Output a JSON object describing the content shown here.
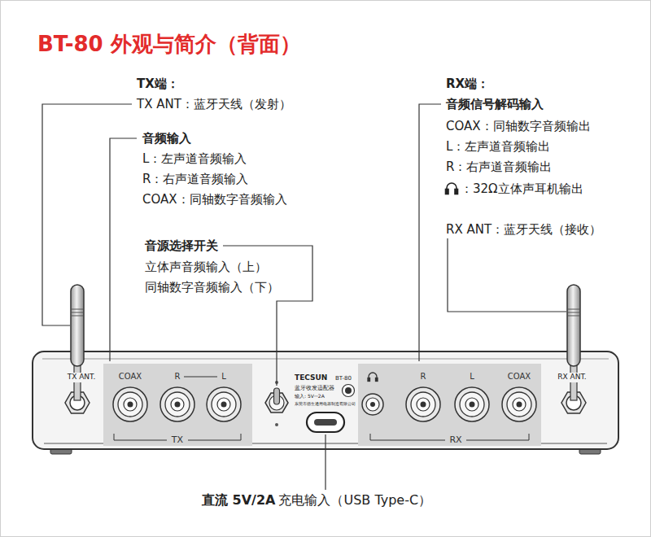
{
  "diagram": {
    "title": "BT-80 外观与简介（背面）",
    "nodes": [
      {
        "text": [
          "COAX",
          "R",
          "L",
          "TX"
        ]
      },
      {
        "text": [
          "R",
          "L",
          "COAX",
          "RX"
        ]
      }
    ],
    "labels": [
      "TX端：",
      "TX ANT：蓝牙天线（发射）",
      "音频输入",
      "L：左声道音频输入",
      "R：右声道音频输入",
      "COAX：同轴数字音频输入",
      "音源选择开关",
      "立体声音频输入（上）",
      "同轴数字音频输入（下）",
      "RX端：",
      "音频信号解码输入",
      "COAX：同轴数字音频输出",
      "L：左声道音频输出",
      "R：右声道音频输出",
      "：32Ω立体声耳机输出",
      "RX ANT：蓝牙天线（接收）",
      "直流 5V/2A",
      "充电输入（USB Type-C）",
      "TX ANT.",
      "RX ANT.",
      "TECSUN",
      "BT-80",
      "蓝牙收发适配器",
      "输入: 5V⎓2A",
      "东莞市德生通用电器制造有限公司"
    ]
  }
}
